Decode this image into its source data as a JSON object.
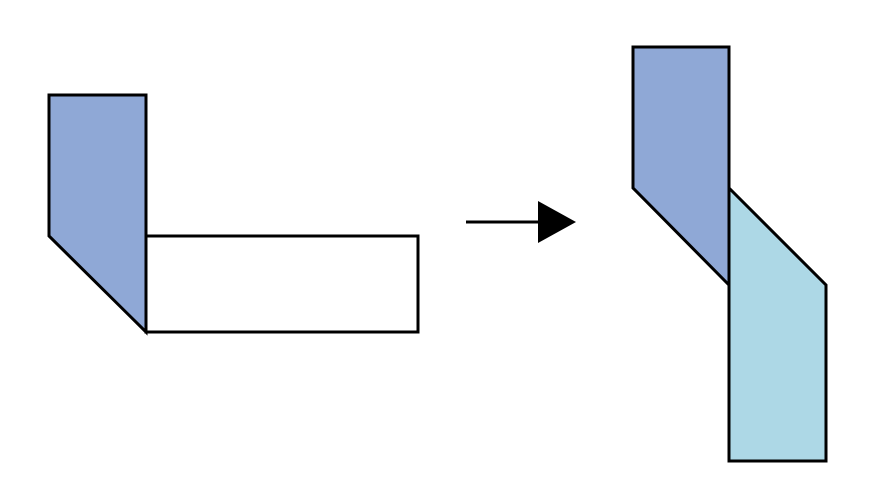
{
  "colors": {
    "background": "#ffffff",
    "stroke": "#000000",
    "piece_blue": "#8fa8d6",
    "piece_light_blue": "#add8e6",
    "empty_fill": "#ffffff",
    "arrow": "#000000"
  },
  "before": {
    "description_shapes": [
      "blue-chamfered-piece",
      "white-rectangle"
    ]
  },
  "after": {
    "description_shapes": [
      "blue-chamfered-piece",
      "light-blue-chamfered-piece"
    ]
  }
}
